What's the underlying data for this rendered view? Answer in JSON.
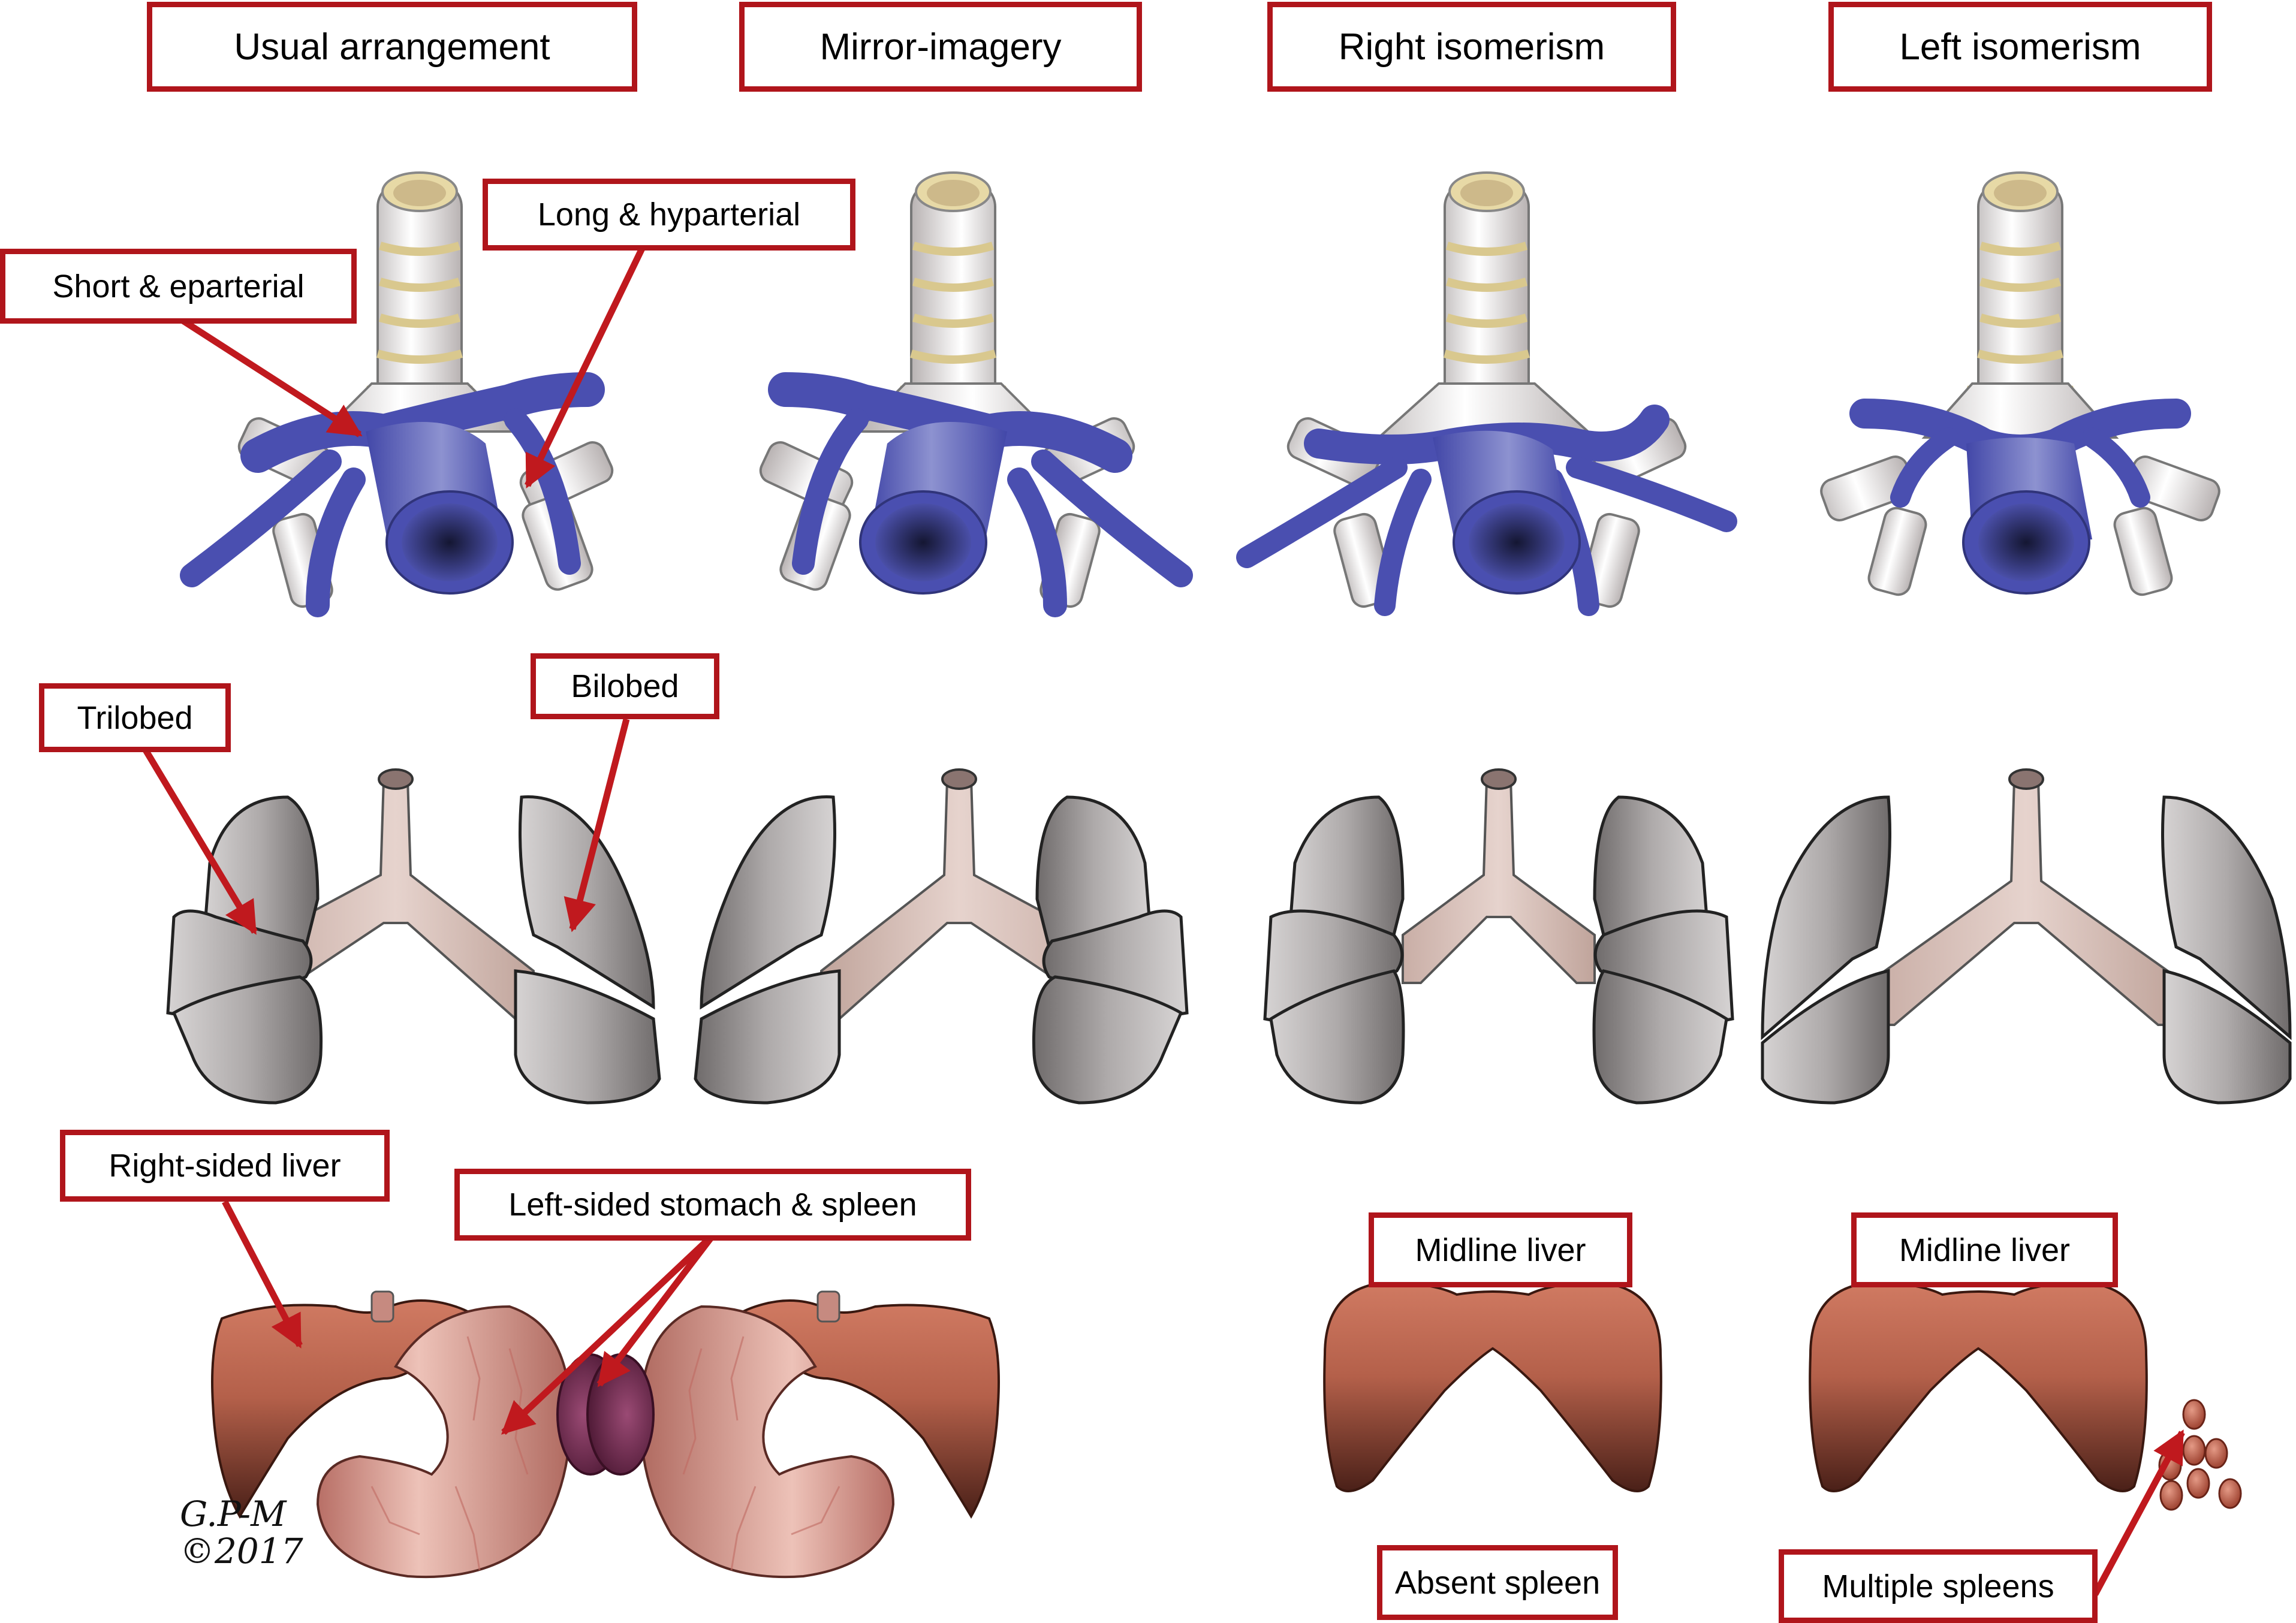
{
  "columns": [
    {
      "key": "usual",
      "heading": "Usual arrangement"
    },
    {
      "key": "mirror",
      "heading": "Mirror-imagery"
    },
    {
      "key": "right_isomerism",
      "heading": "Right isomerism"
    },
    {
      "key": "left_isomerism",
      "heading": "Left isomerism"
    }
  ],
  "bronchi_row": {
    "annotations": {
      "short_eparterial": "Short & eparterial",
      "long_hyparterial": "Long & hyparterial"
    }
  },
  "lungs_row": {
    "annotations": {
      "trilobed": "Trilobed",
      "bilobed": "Bilobed"
    }
  },
  "abdomen_row": {
    "annotations": {
      "right_sided_liver": "Right-sided liver",
      "left_sided_stomach_spleen": "Left-sided stomach & spleen",
      "midline_liver_right": "Midline liver",
      "absent_spleen": "Absent spleen",
      "midline_liver_left": "Midline liver",
      "multiple_spleens": "Multiple spleens"
    }
  },
  "signature": {
    "initials": "G.P-M",
    "copyright": "©2017"
  },
  "colors": {
    "label_border": "#b0151b",
    "arrow": "#c0191e",
    "artery_blue": "#5258b8",
    "cartilage_tan": "#dccb93",
    "lung_gray": "#aeaaaa",
    "bronchus_pink": "#d8c0b8",
    "liver_brown": "#b4604a",
    "stomach_pink": "#d89488",
    "spleen_purple": "#7a3458"
  }
}
